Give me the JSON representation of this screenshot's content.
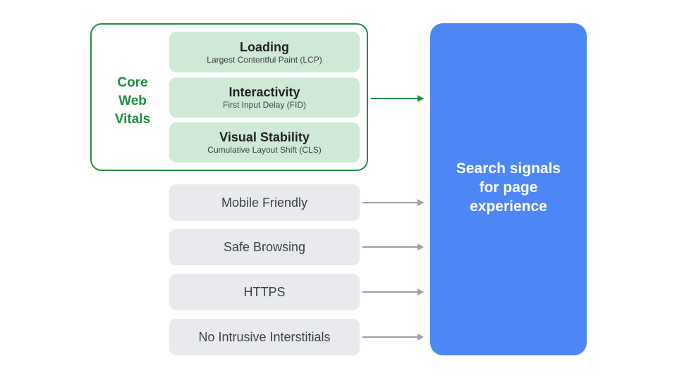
{
  "core_web_vitals": {
    "group_label": "Core\nWeb\nVitals",
    "items": [
      {
        "title": "Loading",
        "subtitle": "Largest Contentful Paint (LCP)"
      },
      {
        "title": "Interactivity",
        "subtitle": "First Input Delay (FID)"
      },
      {
        "title": "Visual Stability",
        "subtitle": "Cumulative Layout Shift (CLS)"
      }
    ]
  },
  "signals": [
    {
      "label": "Mobile Friendly"
    },
    {
      "label": "Safe Browsing"
    },
    {
      "label": "HTTPS"
    },
    {
      "label": "No Intrusive Interstitials"
    }
  ],
  "result": {
    "label": "Search signals\nfor page\nexperience"
  },
  "colors": {
    "green_accent": "#1e8e3e",
    "green_fill": "#ceead6",
    "gray_fill": "#e9eaee",
    "gray_arrow": "#9aa0a6",
    "blue_fill": "#4d87f5",
    "text_dark": "#202124",
    "text_subtle": "#3c4043"
  }
}
